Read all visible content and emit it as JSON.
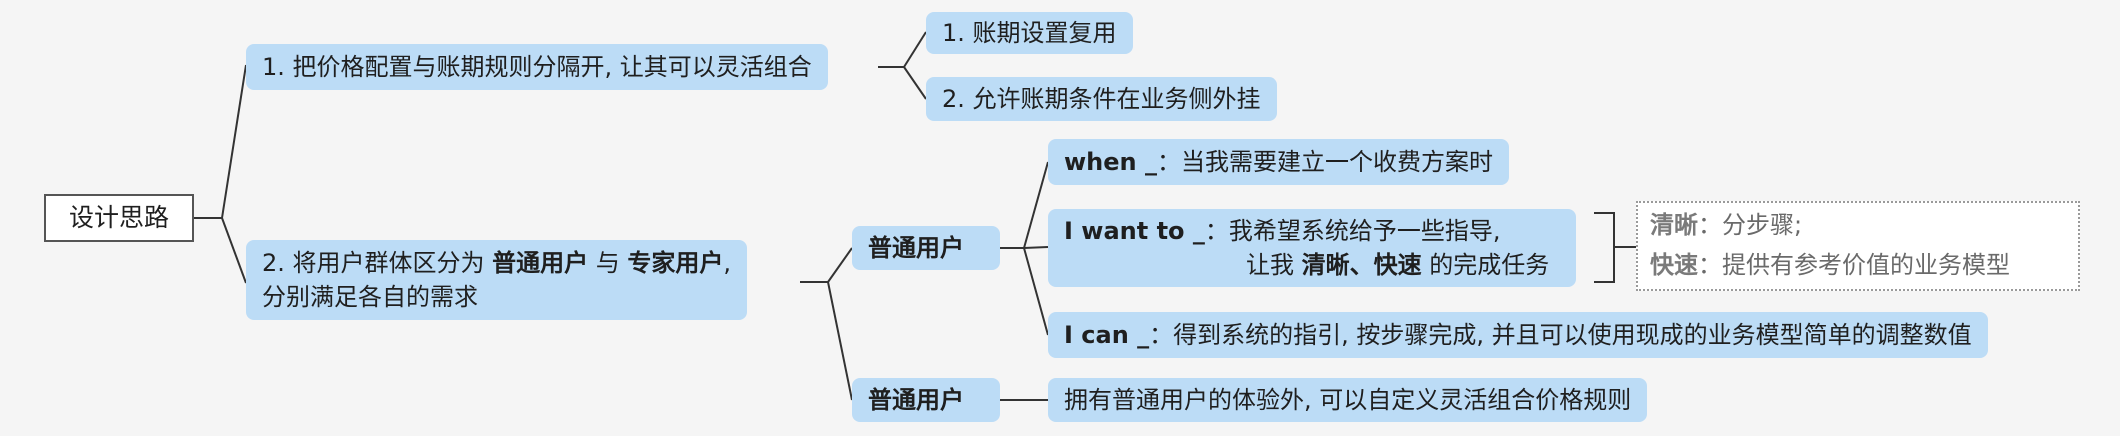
{
  "root": {
    "label": "设计思路"
  },
  "branches": [
    {
      "label": "1. 把价格配置与账期规则分隔开, 让其可以灵活组合",
      "children": [
        "1. 账期设置复用",
        "2. 允许账期条件在业务侧外挂"
      ]
    },
    {
      "label_prefix": "2. 将用户群体区分为 ",
      "label_em1": "普通用户",
      "label_mid": " 与 ",
      "label_em2": "专家用户",
      "label_suffix": ",",
      "label_line2": "分别满足各自的需求"
    }
  ],
  "groups": [
    {
      "label": "普通用户",
      "stories": [
        {
          "key": "when _",
          "text": "：当我需要建立一个收费方案时"
        },
        {
          "key": "I want  to _",
          "text": "：我希望系统给予一些指导,",
          "line2_prefix": "让我 ",
          "line2_em1": "清晰",
          "line2_sep": "、",
          "line2_em2": "快速",
          "line2_suffix": " 的完成任务"
        },
        {
          "key": "I can _",
          "text": "：得到系统的指引, 按步骤完成, 并且可以使用现成的业务模型简单的调整数值"
        }
      ],
      "note": [
        {
          "key": "清晰",
          "text": "：分步骤;"
        },
        {
          "key": "快速",
          "text": "：提供有参考价值的业务模型"
        }
      ]
    },
    {
      "label": "普通用户",
      "stories": [
        {
          "text": "拥有普通用户的体验外, 可以自定义灵活组合价格规则"
        }
      ]
    }
  ],
  "colors": {
    "node_fill": "#bcdcf6",
    "background": "#f5f5f5",
    "line": "#333333"
  }
}
